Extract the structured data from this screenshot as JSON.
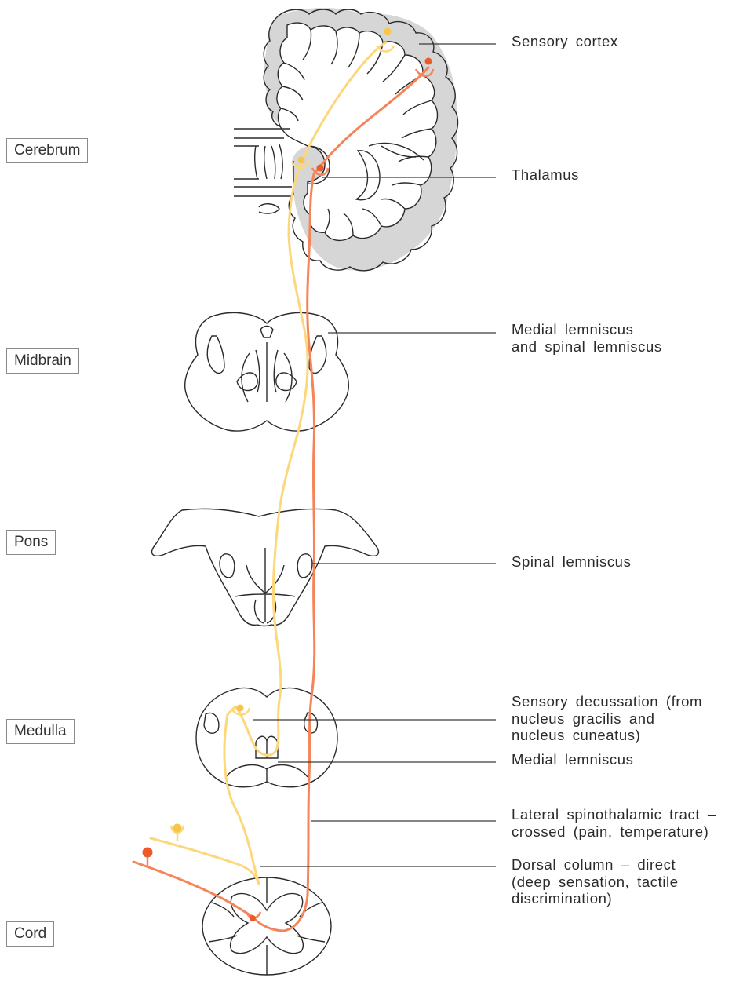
{
  "levels": {
    "cerebrum": "Cerebrum",
    "midbrain": "Midbrain",
    "pons": "Pons",
    "medulla": "Medulla",
    "cord": "Cord"
  },
  "labels": {
    "sensory_cortex": [
      "Sensory cortex"
    ],
    "thalamus": [
      "Thalamus"
    ],
    "medial_spinal_lemniscus": [
      "Medial lemniscus",
      "and spinal lemniscus"
    ],
    "spinal_lemniscus": [
      "Spinal lemniscus"
    ],
    "sensory_decussation": [
      "Sensory decussation (from",
      "nucleus gracilis and",
      "nucleus cuneatus)"
    ],
    "medial_lemniscus": [
      "Medial lemniscus"
    ],
    "lateral_spinothalamic": [
      "Lateral spinothalamic tract –",
      "crossed (pain, temperature)"
    ],
    "dorsal_column": [
      "Dorsal column – direct",
      "(deep sensation, tactile",
      "discrimination)"
    ]
  },
  "colors": {
    "dorsal_column_pathway": "#fcd77c",
    "spinothalamic_pathway": "#f6845a",
    "outline": "#2a2a2a",
    "leader": "#3a3a3a",
    "cortex_shade": "#d6d6d6"
  }
}
